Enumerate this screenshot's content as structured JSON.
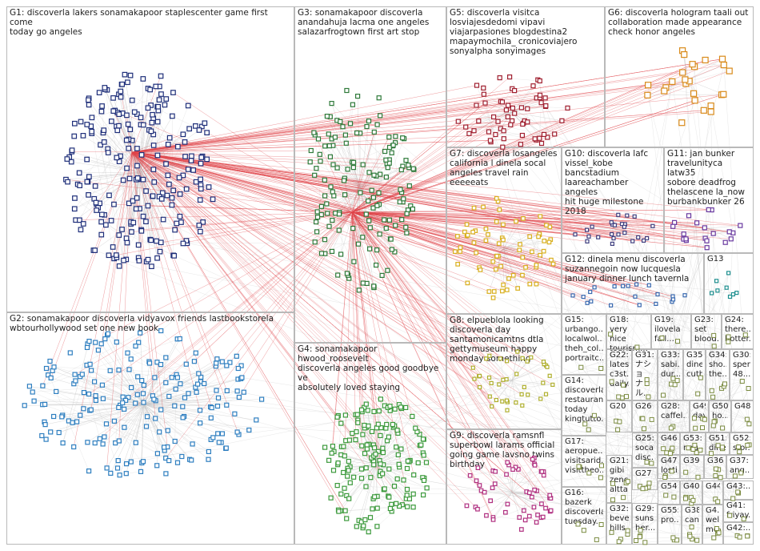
{
  "graph": {
    "colors": {
      "edge_grey": "#c8c8c8",
      "edge_red": "#e0454a",
      "G1": "#1f2f7a",
      "G2": "#2f7fc0",
      "G3": "#2f7a3a",
      "G4": "#3c9a3c",
      "G5": "#a02030",
      "G6": "#d98a1a",
      "G7": "#d9b020",
      "G8": "#b0b030",
      "G9": "#b03080",
      "G10": "#404080",
      "G11": "#6a3aa0",
      "G12": "#3a6ab0",
      "G13": "#209090",
      "misc": "#7a8a40"
    },
    "groups": [
      {
        "id": "G1",
        "label": "G1: discoverla lakers sonamakapoor staplescenter game first come\ntoday go angeles"
      },
      {
        "id": "G2",
        "label": "G2: sonamakapoor discoverla vidyavox friends lastbookstorela\nwbtourhollywood set one new book"
      },
      {
        "id": "G3",
        "label": "G3: sonamakapoor discoverla\nanandahuja lacma one angeles\nsalazarfrogtown first art stop"
      },
      {
        "id": "G4",
        "label": "G4: sonamakapoor hwood_roosevelt\ndiscoverla angeles good goodbye ve\nabsolutely loved staying"
      },
      {
        "id": "G5",
        "label": "G5: discoverla visitca\nlosviajesdedomi vipavi\nviajarpasiones blogdestina2\nmapaymochila_ cronicoviajero\nsonyalpha sonyimages"
      },
      {
        "id": "G6",
        "label": "G6: discoverla hologram taali out\ncollaboration made appearance\ncheck honor angeles"
      },
      {
        "id": "G7",
        "label": "G7: discoverla losangeles\ncalifornia l dinela socal\nangeles travel rain\neeeeeats"
      },
      {
        "id": "G8",
        "label": "G8: elpueblola looking\ndiscoverla day\nsantamonicamtns dtla\ngettymuseum happy\nmonday something"
      },
      {
        "id": "G9",
        "label": "G9: discoverla ramsnfl\nsuperbowl larams official\ngoing game lavsno twins\nbirthday"
      },
      {
        "id": "G10",
        "label": "G10: discoverla lafc\nvissel_kobe\nbancstadium\nlaareachamber angeles\nhit huge milestone 2018"
      },
      {
        "id": "G11",
        "label": "G11: jan bunker\ntravelunityca latw35\nsobore deadfrog\nthelascene la_now\nburbankbunker 26"
      },
      {
        "id": "G12",
        "label": "G12: dinela menu discoverla\nsuzannegoin now lucquesla\njanuary dinner lunch tavernla"
      },
      {
        "id": "G13",
        "label": "G13"
      },
      {
        "id": "G14",
        "label": "G14:\ndiscoverla\nrestaurant\ntoday\nkingtutto..."
      },
      {
        "id": "G15",
        "label": "G15:\nurbango...\nlocalwol...\ntheh_col...\nportraitc..."
      },
      {
        "id": "G16",
        "label": "G16:\nbazerk\ndiscoverla\ntuesday..."
      },
      {
        "id": "G17",
        "label": "G17:\naeropue...\nvisitsarid...\nvisittheo..."
      },
      {
        "id": "G18",
        "label": "G18: very\nnice\ntourism..."
      },
      {
        "id": "G19",
        "label": "G19:\nilovela\nfall..."
      },
      {
        "id": "G20",
        "label": "G20"
      },
      {
        "id": "G21",
        "label": "G21:\ngibi\nzenci\naltta..."
      },
      {
        "id": "G22",
        "label": "G22:\nlatest\nc3st...\ndaily..."
      },
      {
        "id": "G23",
        "label": "G23:\nset\nblood..."
      },
      {
        "id": "G24",
        "label": "G24:\nthere...\nhotter..."
      },
      {
        "id": "G25",
        "label": "G25:\nsocal\ndisc..."
      },
      {
        "id": "G26",
        "label": "G26"
      },
      {
        "id": "G27",
        "label": "G27"
      },
      {
        "id": "G28",
        "label": "G28:\ncaffel..."
      },
      {
        "id": "G29",
        "label": "G29:\nsuns...\nher..."
      },
      {
        "id": "G30",
        "label": "G30:\nspent\n48..."
      },
      {
        "id": "G31",
        "label": "G31:\nナショ\nナル..."
      },
      {
        "id": "G32",
        "label": "G32:\nbeve...\nhills..."
      },
      {
        "id": "G33",
        "label": "G33:\nsabi...\ndur..."
      },
      {
        "id": "G34",
        "label": "G34:\nsho...\nthe..."
      },
      {
        "id": "G35",
        "label": "G35:\ndine...\ncutb..."
      },
      {
        "id": "G36",
        "label": "G36"
      },
      {
        "id": "G37",
        "label": "G37:\nang..."
      },
      {
        "id": "G38",
        "label": "G38:\ncan..."
      },
      {
        "id": "G39",
        "label": "G39"
      },
      {
        "id": "G40",
        "label": "G40"
      },
      {
        "id": "G41",
        "label": "G41:\nfriyay..."
      },
      {
        "id": "G42",
        "label": "G42:..."
      },
      {
        "id": "G43",
        "label": "G43:..."
      },
      {
        "id": "G44",
        "label": "G44"
      },
      {
        "id": "G45",
        "label": "G4...\nwel...\nme..."
      },
      {
        "id": "G46",
        "label": "G46"
      },
      {
        "id": "G47",
        "label": "G47:\nlosti..."
      },
      {
        "id": "G48",
        "label": "G48"
      },
      {
        "id": "G49",
        "label": "G49:\nday..."
      },
      {
        "id": "G50",
        "label": "G50:\nho..."
      },
      {
        "id": "G51",
        "label": "G51:\ndine..."
      },
      {
        "id": "G52",
        "label": "G52:\nstor..."
      },
      {
        "id": "G53",
        "label": "G53:\nnau..."
      },
      {
        "id": "G54",
        "label": "G54"
      },
      {
        "id": "G55",
        "label": "G55:\npro..."
      }
    ]
  }
}
